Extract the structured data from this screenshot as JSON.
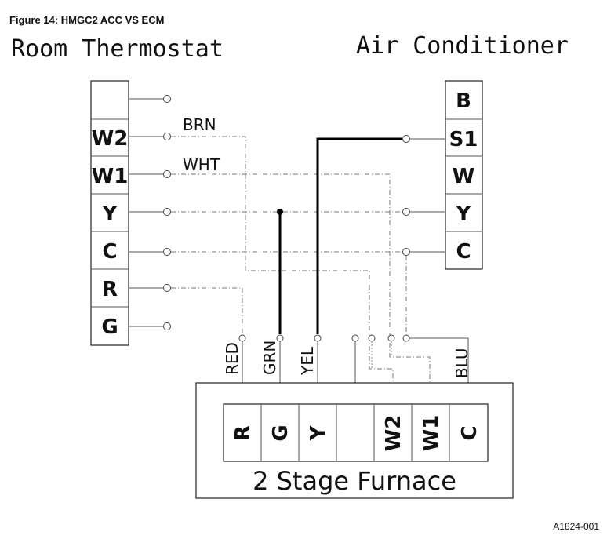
{
  "figure_caption": "Figure 14: HMGC2 ACC VS ECM",
  "thermostat": {
    "title": "Room  Thermostat",
    "terminals": [
      "",
      "W2",
      "W1",
      "Y",
      "C",
      "R",
      "G"
    ]
  },
  "air_conditioner": {
    "title": "Air  Conditioner",
    "terminals": [
      "B",
      "S1",
      "W",
      "Y",
      "C"
    ]
  },
  "wire_labels": {
    "brn": "BRN",
    "wht": "WHT",
    "red": "RED",
    "grn": "GRN",
    "yel": "YEL",
    "blu": "BLU"
  },
  "furnace": {
    "title": "2  Stage  Furnace",
    "terminals": [
      "R",
      "G",
      "Y",
      "",
      "W2",
      "W1",
      "C"
    ]
  },
  "reference_code": "A1824-001"
}
